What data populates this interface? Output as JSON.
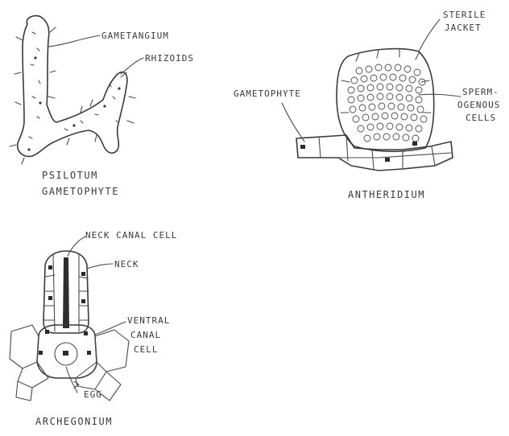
{
  "psilotum": {
    "gametangium_label": "GAMETANGIUM",
    "rhizoids_label": "RHIZOIDS",
    "caption_line1": "PSILOTUM",
    "caption_line2": "GAMETOPHYTE"
  },
  "antheridium": {
    "sterile_jacket_line1": "STERILE",
    "sterile_jacket_line2": "JACKET",
    "gametophyte_label": "GAMETOPHYTE",
    "spermatogenous_line1": "SPERM-",
    "spermatogenous_line2": "OGENOUS",
    "spermatogenous_line3": "CELLS",
    "caption": "ANTHERIDIUM"
  },
  "archegonium": {
    "neck_canal_cell_label": "NECK CANAL CELL",
    "neck_label": "NECK",
    "ventral_line1": "VENTRAL",
    "ventral_line2": "CANAL",
    "ventral_line3": "CELL",
    "egg_label": "EGG",
    "caption": "ARCHEGONIUM"
  }
}
